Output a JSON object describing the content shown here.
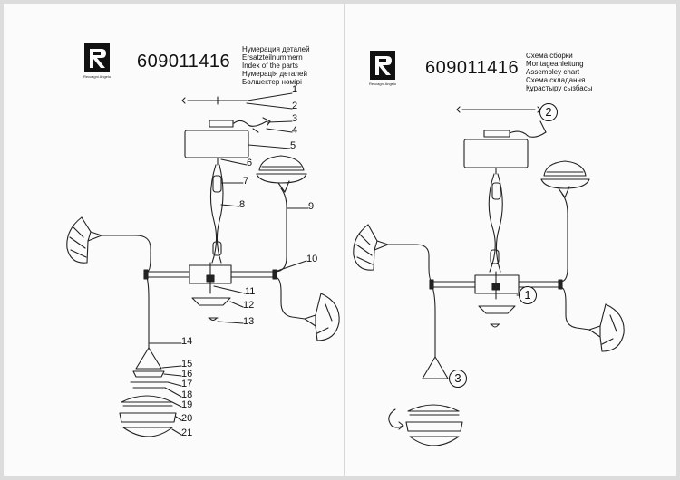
{
  "left_page": {
    "code": "609011416",
    "brand": "Reccagni Angelo",
    "title_lines": [
      "Нумерация деталей",
      "Ersatzteilnummern",
      "Index of the parts",
      "Нумерація деталей",
      "Бөлшектер нөмірі"
    ],
    "part_numbers": [
      "1",
      "2",
      "3",
      "4",
      "5",
      "6",
      "7",
      "8",
      "9",
      "10",
      "11",
      "12",
      "13",
      "14",
      "15",
      "16",
      "17",
      "18",
      "19",
      "20",
      "21"
    ]
  },
  "right_page": {
    "code": "609011416",
    "brand": "Reccagni Angelo",
    "title_lines": [
      "Схема сборки",
      "Montageanleitung",
      "Assembley chart",
      "Схема складання",
      "Құрастыру сызбасы"
    ],
    "steps": [
      "1",
      "2",
      "3"
    ]
  }
}
